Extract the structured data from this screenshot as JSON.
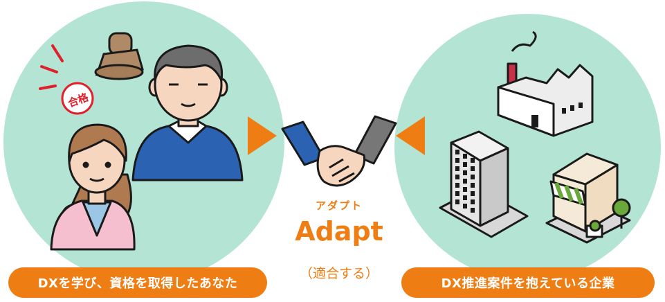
{
  "left_label": "DXを学び、資格を取得したあなた",
  "right_label": "DX推進案件を抱えている企業",
  "center": {
    "kana": "アダプト",
    "word": "Adapt",
    "meaning": "（適合する）"
  },
  "stamp_text": "合格",
  "colors": {
    "circle": "#b4e4d4",
    "accent": "#ee7d14",
    "outline": "#1a1a1a"
  }
}
